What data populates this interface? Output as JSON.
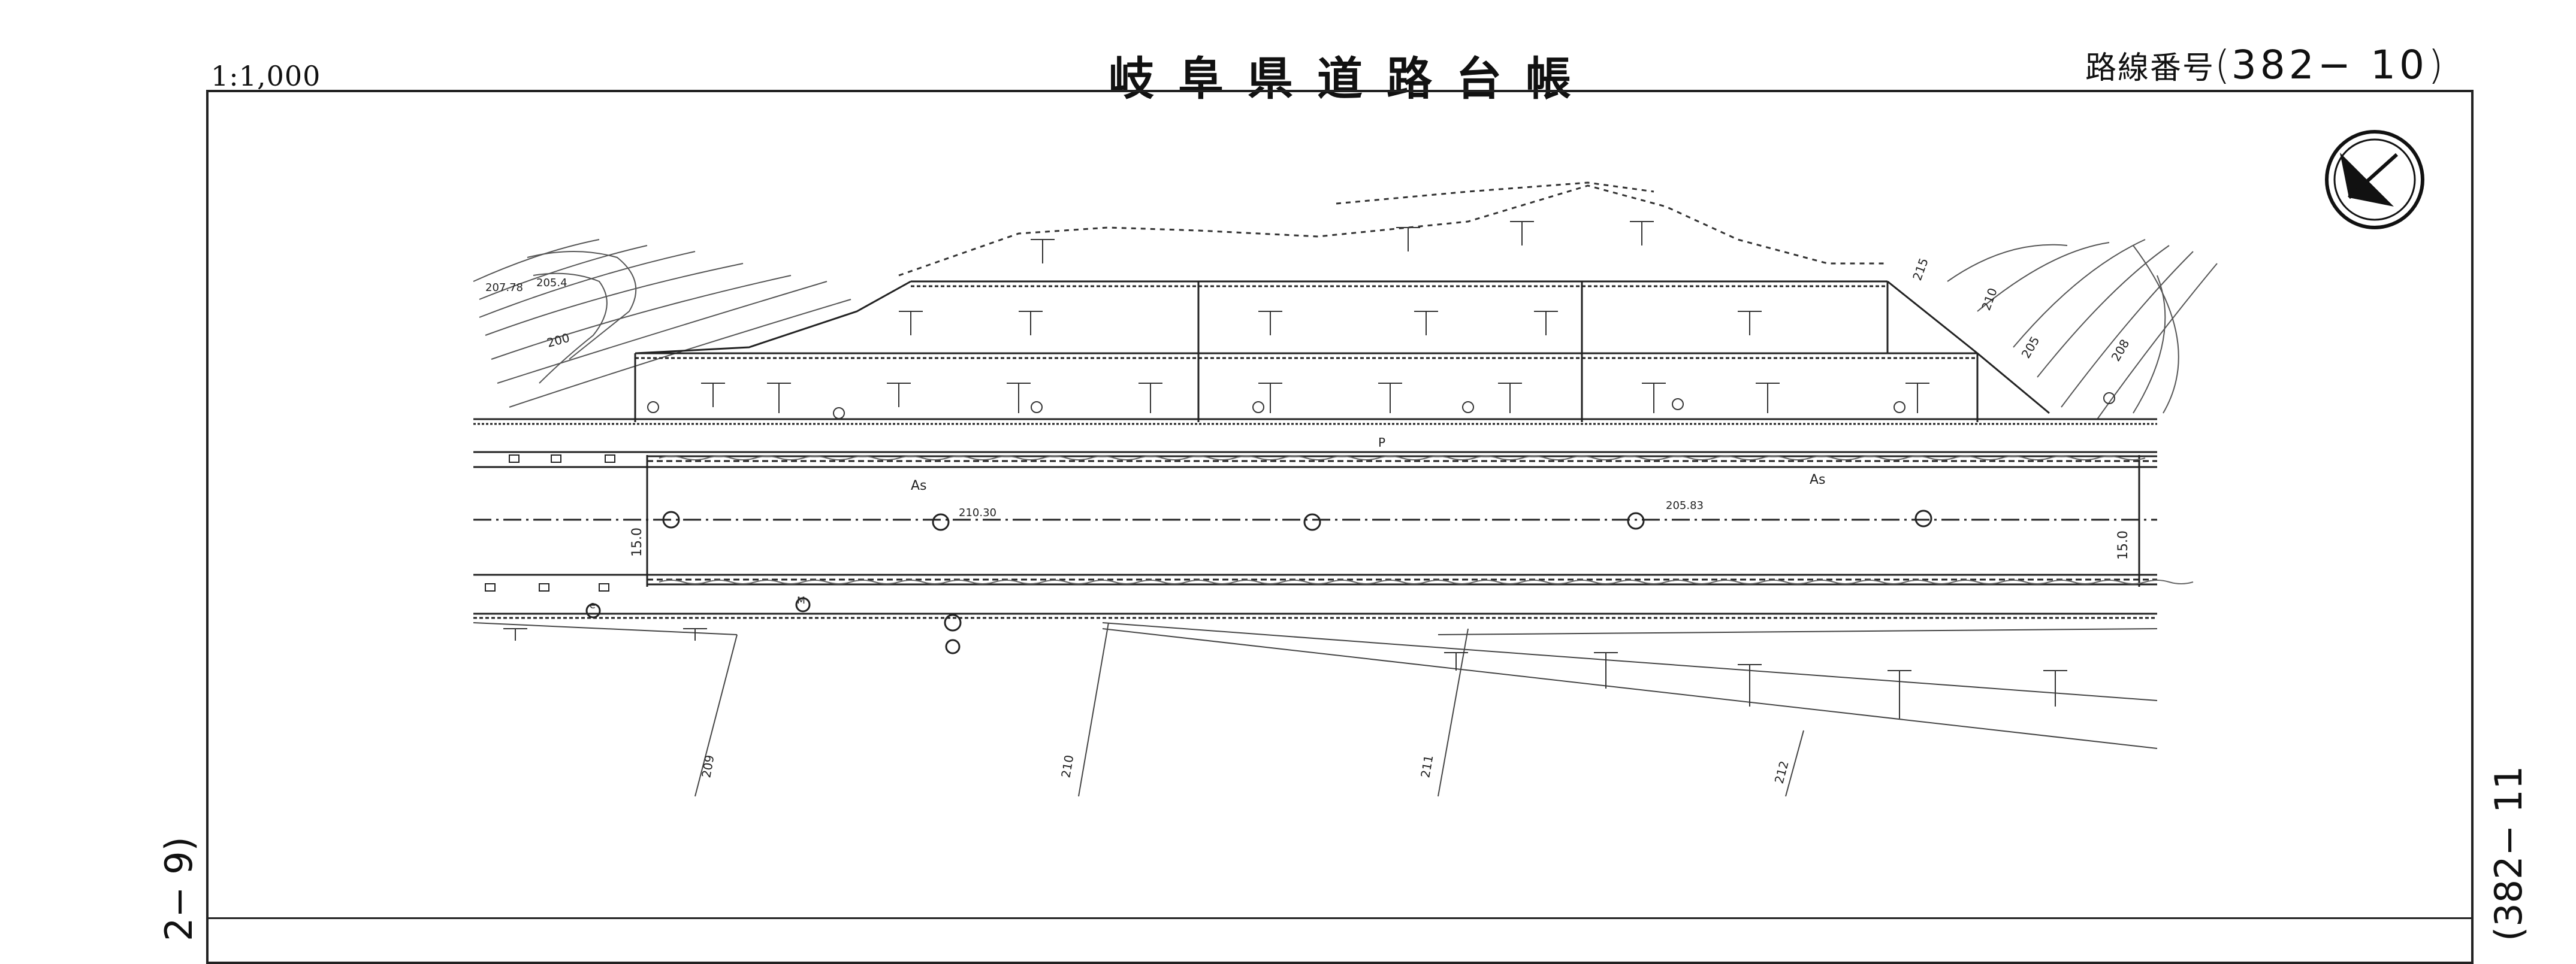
{
  "header": {
    "scale": "1:1,000",
    "title": "岐阜県道路台帳",
    "route_label": "路線番号",
    "route_open": "(",
    "route_number": "382− 10",
    "route_close": ")"
  },
  "adjacent_sheets": {
    "left": "2− 9)",
    "right": "(382− 11"
  },
  "plan_labels": {
    "surface_left": "As",
    "surface_right": "As",
    "elev_a": "207.78",
    "elev_b": "205.4",
    "elev_c": "210.30",
    "elev_d": "205.83",
    "width_left": "15.0",
    "width_right": "15.0",
    "contour_200": "200",
    "contour_205": "205",
    "contour_208": "208",
    "contour_209": "209",
    "contour_210": "210",
    "contour_211": "211",
    "contour_212": "212",
    "contour_215": "215",
    "pole_p": "P",
    "symbol_m": "M",
    "symbol_e": "e"
  },
  "north_arrow_icon": "north-arrow-icon"
}
